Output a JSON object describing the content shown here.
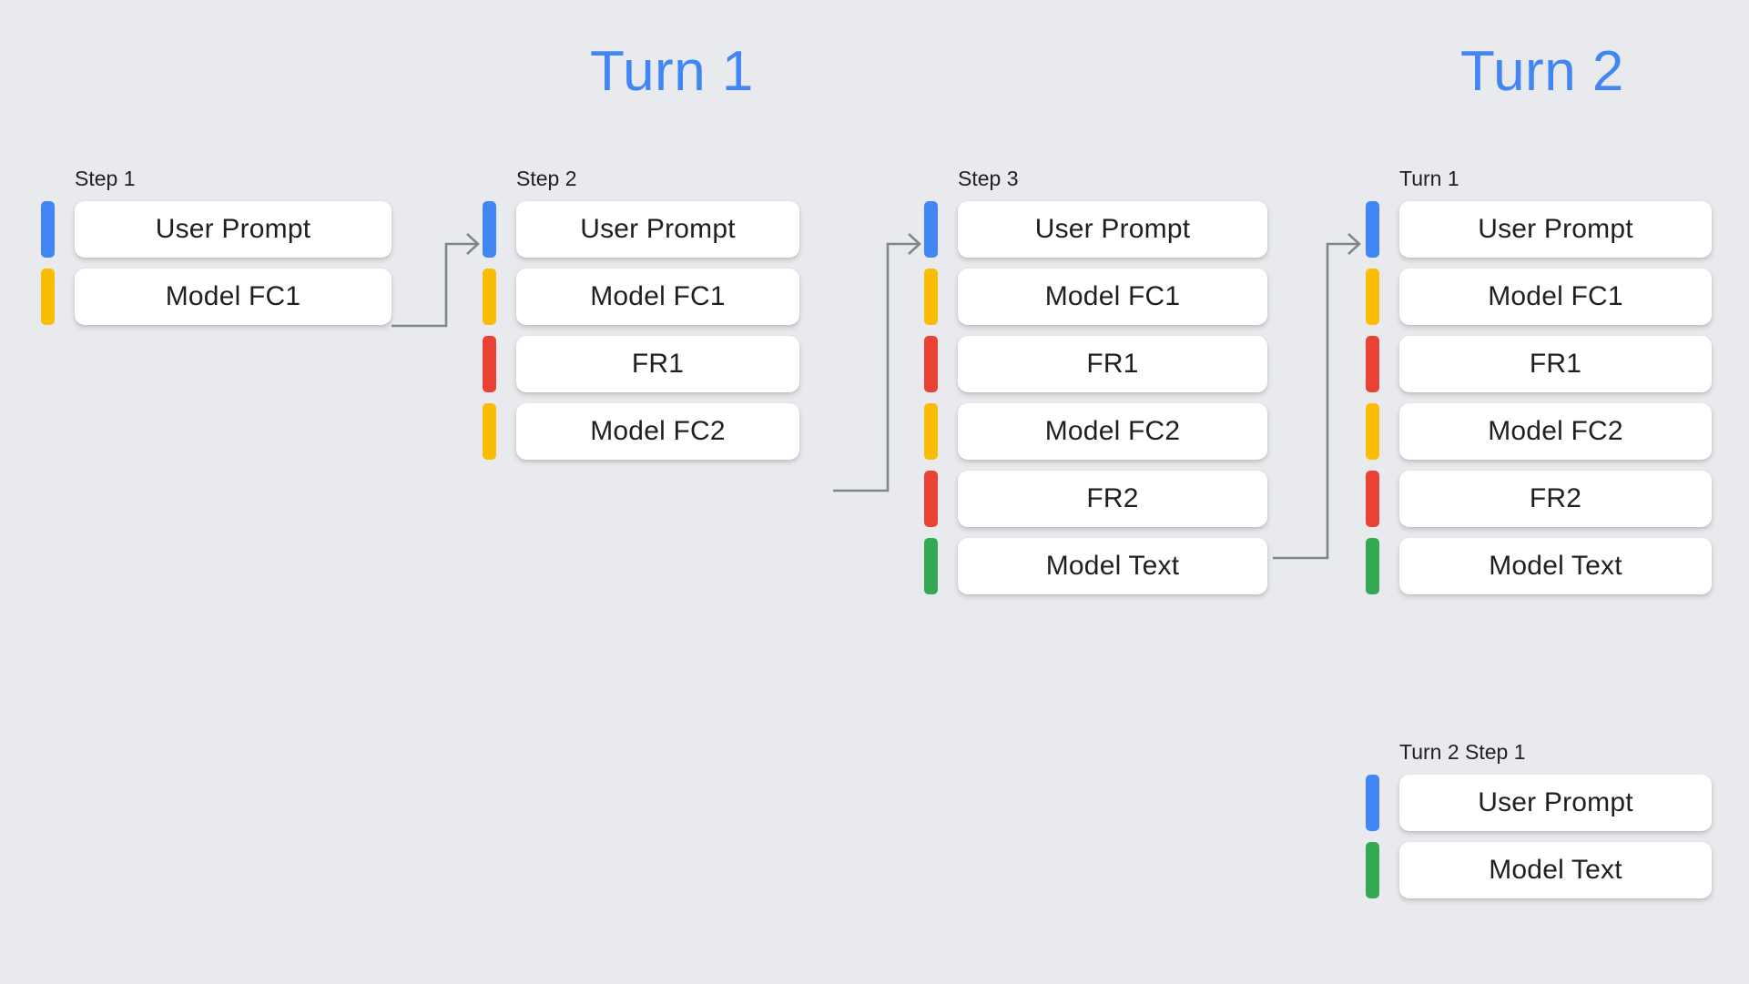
{
  "background_color": "#e8eaed",
  "headings": [
    {
      "id": "turn-1",
      "label": "Turn 1"
    },
    {
      "id": "turn-2",
      "label": "Turn 2"
    }
  ],
  "palette": {
    "user": "#4285f4",
    "model_fc": "#fbbc04",
    "function_response": "#ea4335",
    "model_text": "#34a853",
    "heading": "#4285f4",
    "connector": "#80868b",
    "card": "#ffffff"
  },
  "columns": [
    {
      "id": "step-1",
      "label": "Step 1",
      "rows": [
        {
          "label": "User Prompt",
          "color": "blue"
        },
        {
          "label": "Model FC1",
          "color": "yellow"
        }
      ]
    },
    {
      "id": "step-2",
      "label": "Step 2",
      "rows": [
        {
          "label": "User Prompt",
          "color": "blue"
        },
        {
          "label": "Model FC1",
          "color": "yellow"
        },
        {
          "label": "FR1",
          "color": "red"
        },
        {
          "label": "Model FC2",
          "color": "yellow"
        }
      ]
    },
    {
      "id": "step-3",
      "label": "Step 3",
      "rows": [
        {
          "label": "User Prompt",
          "color": "blue"
        },
        {
          "label": "Model FC1",
          "color": "yellow"
        },
        {
          "label": "FR1",
          "color": "red"
        },
        {
          "label": "Model FC2",
          "color": "yellow"
        },
        {
          "label": "FR2",
          "color": "red"
        },
        {
          "label": "Model Text",
          "color": "green"
        }
      ]
    },
    {
      "id": "turn-1-history",
      "label": "Turn 1",
      "rows": [
        {
          "label": "User Prompt",
          "color": "blue"
        },
        {
          "label": "Model FC1",
          "color": "yellow"
        },
        {
          "label": "FR1",
          "color": "red"
        },
        {
          "label": "Model FC2",
          "color": "yellow"
        },
        {
          "label": "FR2",
          "color": "red"
        },
        {
          "label": "Model Text",
          "color": "green"
        }
      ]
    },
    {
      "id": "turn-2-step-1",
      "label": "Turn 2 Step 1",
      "rows": [
        {
          "label": "User Prompt",
          "color": "blue"
        },
        {
          "label": "Model Text",
          "color": "green"
        }
      ]
    }
  ]
}
